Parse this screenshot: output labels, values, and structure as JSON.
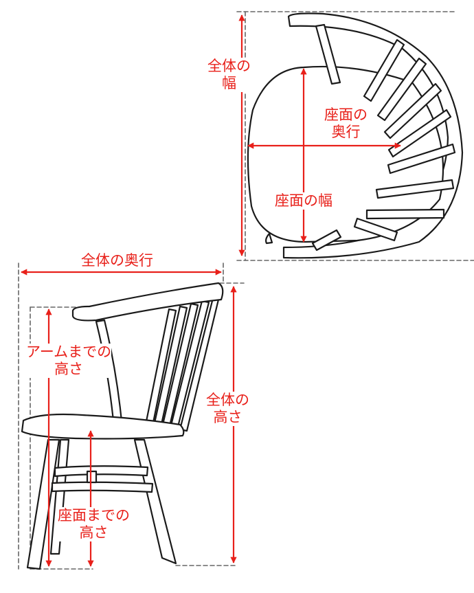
{
  "colors": {
    "dimension": "#e8201a",
    "outline": "#1a1a1a",
    "guide": "#666666",
    "background": "#ffffff"
  },
  "labels": {
    "overall_width": [
      "全体の",
      "幅"
    ],
    "seat_depth": [
      "座面の",
      "奥行"
    ],
    "seat_width": [
      "座面の幅"
    ],
    "overall_depth": [
      "全体の奥行"
    ],
    "arm_height": [
      "アームまでの",
      "高さ"
    ],
    "overall_height": [
      "全体の",
      "高さ"
    ],
    "seat_height": [
      "座面までの",
      "高さ"
    ]
  }
}
